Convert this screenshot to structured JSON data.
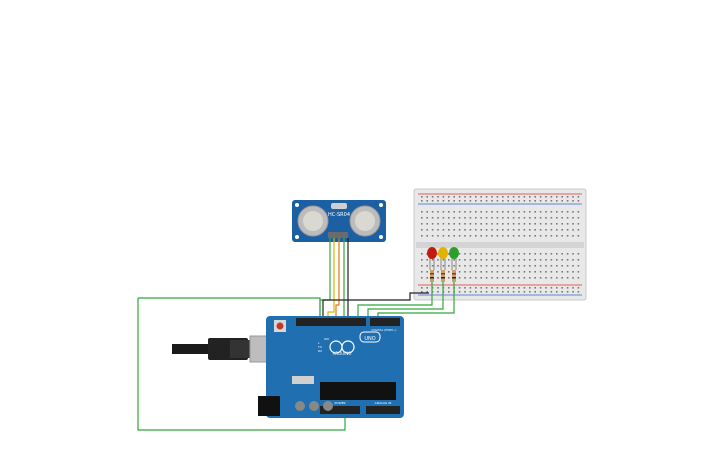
{
  "sensor": {
    "model": "HC-SR04"
  },
  "board": {
    "brand": "ARDUINO",
    "model": "UNO",
    "digital_label": "DIGITAL (PWM~)",
    "power_label": "POWER",
    "analog_label": "ANALOG IN",
    "on_label": "ON",
    "tx_label": "TX",
    "rx_label": "RX",
    "l_label": "L"
  },
  "leds": [
    {
      "color_name": "red",
      "color": "#c21a12"
    },
    {
      "color_name": "yellow",
      "color": "#e3b100"
    },
    {
      "color_name": "green",
      "color": "#2e9e2a"
    }
  ],
  "colors": {
    "board": "#1f6fb1",
    "board_dark": "#174f80",
    "breadboard": "#e6e6e6",
    "wire_green": "#2fa83a",
    "wire_black": "#222222",
    "wire_orange": "#e07a18",
    "wire_yellow": "#d9b800",
    "sensor_pcb": "#1d5fa3"
  }
}
